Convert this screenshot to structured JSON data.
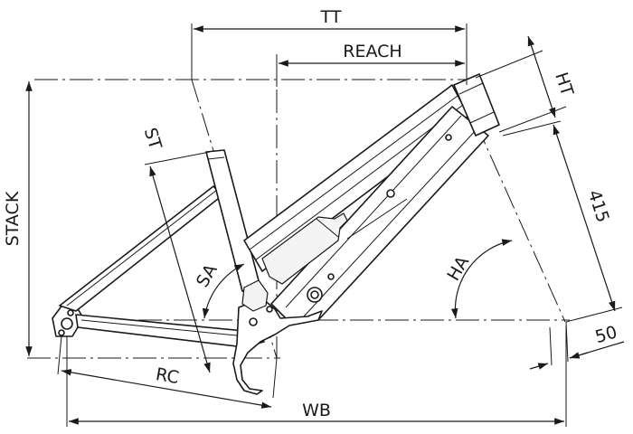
{
  "labels": {
    "tt": "TT",
    "reach": "REACH",
    "ht": "HT",
    "stack": "STACK",
    "st": "ST",
    "sa": "SA",
    "ha": "HA",
    "rc": "RC",
    "wb": "WB",
    "fork_length": "415",
    "offset": "50"
  }
}
